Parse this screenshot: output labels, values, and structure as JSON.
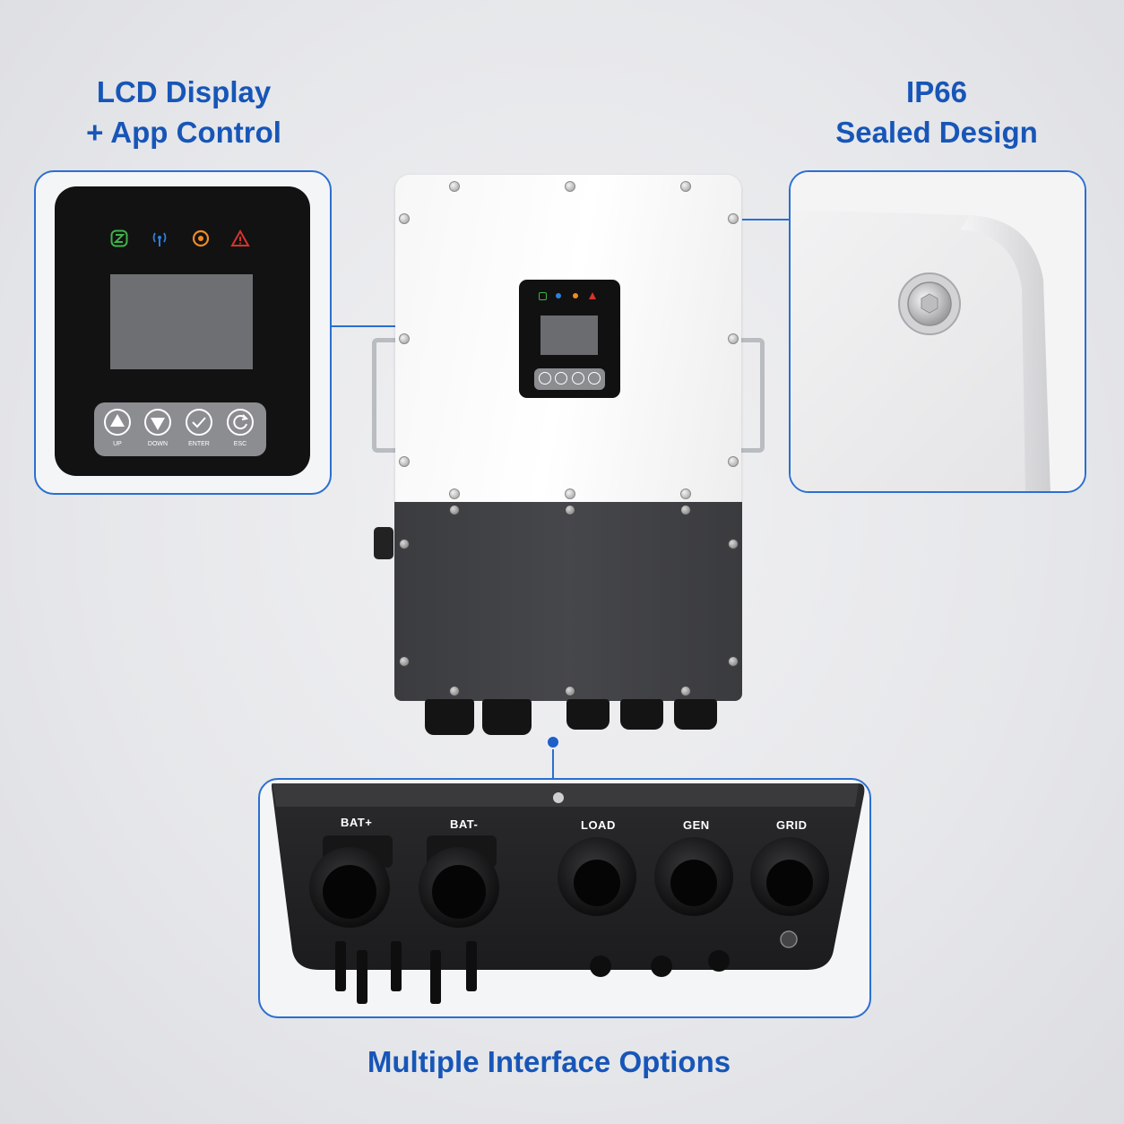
{
  "headings": {
    "lcd_line1": "LCD Display",
    "lcd_line2": "+ App Control",
    "ip_line1": "IP66",
    "ip_line2": "Sealed Design",
    "interface": "Multiple Interface Options"
  },
  "lcd_panel": {
    "buttons": [
      {
        "label": "UP",
        "icon": "up-arrow-icon"
      },
      {
        "label": "DOWN",
        "icon": "down-arrow-icon"
      },
      {
        "label": "ENTER",
        "icon": "check-icon"
      },
      {
        "label": "ESC",
        "icon": "refresh-icon"
      }
    ],
    "indicators": [
      {
        "icon": "power-ok-icon",
        "color": "#3fb24a"
      },
      {
        "icon": "wireless-icon",
        "color": "#2e7fe0"
      },
      {
        "icon": "sync-icon",
        "color": "#f08a24"
      },
      {
        "icon": "warning-icon",
        "color": "#d8342c"
      }
    ]
  },
  "ports": [
    {
      "label": "BAT+"
    },
    {
      "label": "BAT-"
    },
    {
      "label": "LOAD"
    },
    {
      "label": "GEN"
    },
    {
      "label": "GRID"
    }
  ],
  "colors": {
    "accent": "#1756b8",
    "callout_border": "#2a6fd1"
  }
}
